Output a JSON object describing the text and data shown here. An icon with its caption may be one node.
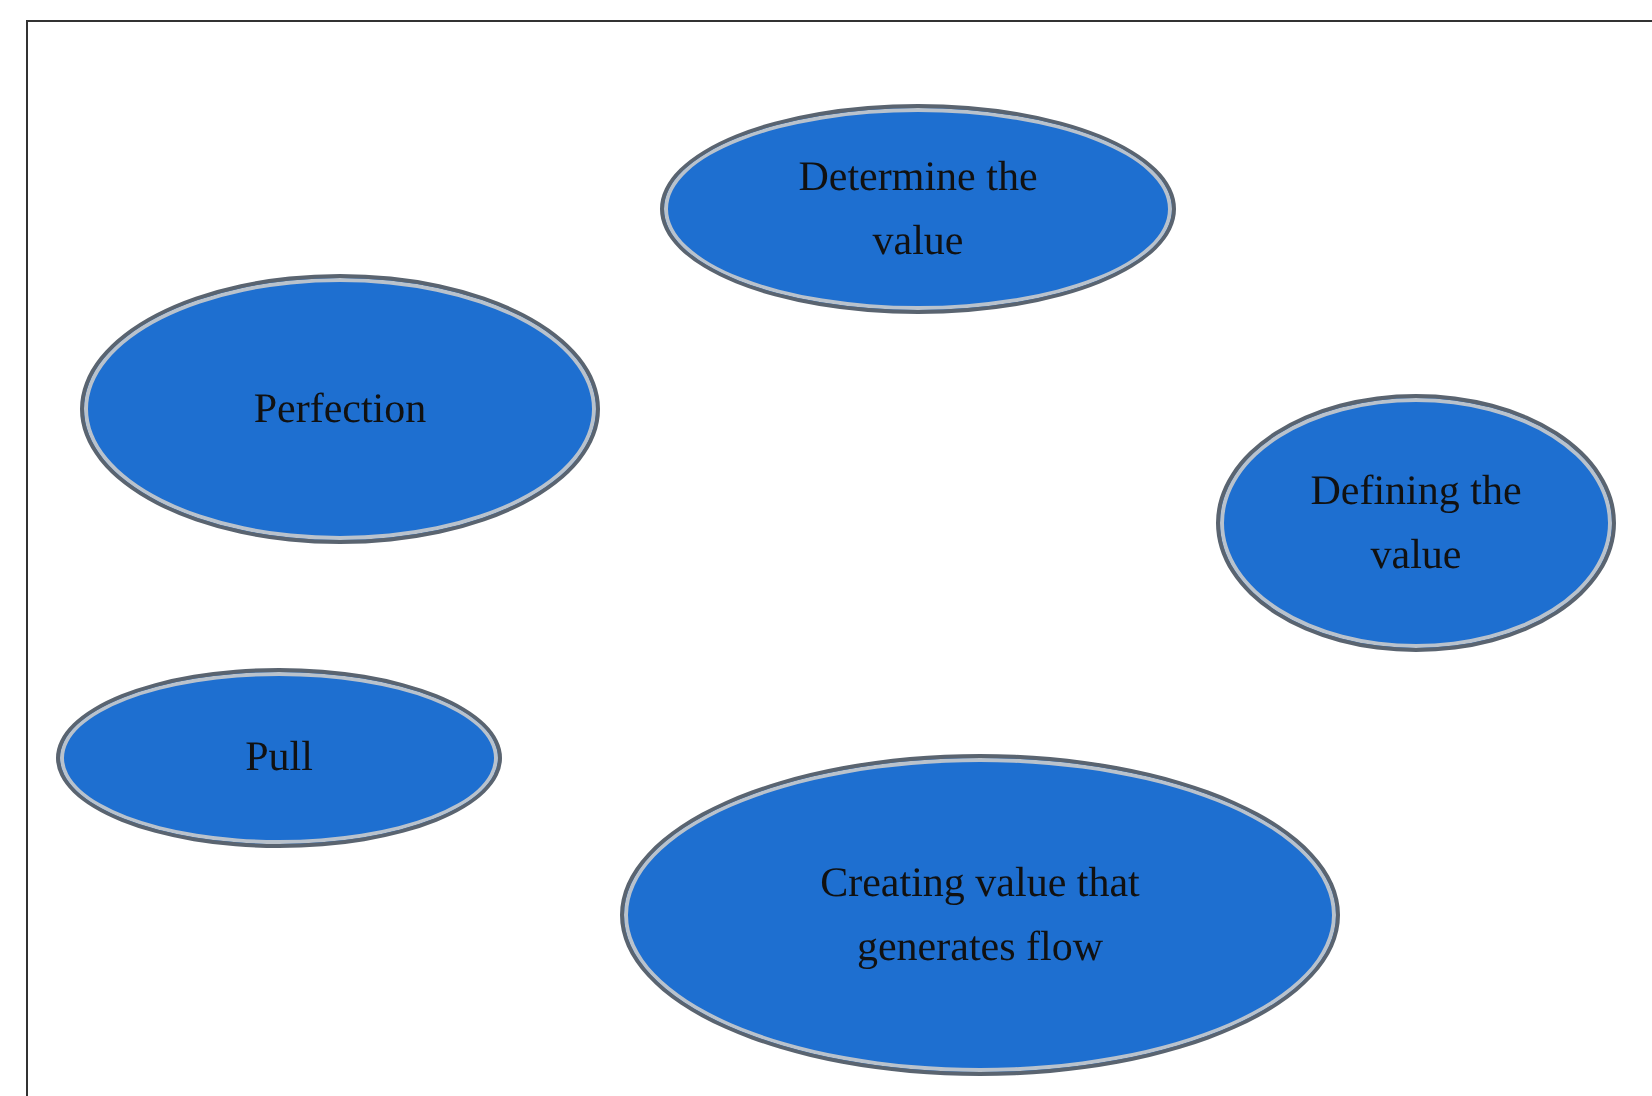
{
  "diagram": {
    "nodes": [
      {
        "text": [
          "Determine the value"
        ]
      },
      {
        "text": [
          "Perfection"
        ]
      },
      {
        "text": [
          "Defining the value"
        ]
      },
      {
        "text": [
          "Pull"
        ]
      },
      {
        "text": [
          "Creating value that generates flow"
        ]
      }
    ]
  }
}
